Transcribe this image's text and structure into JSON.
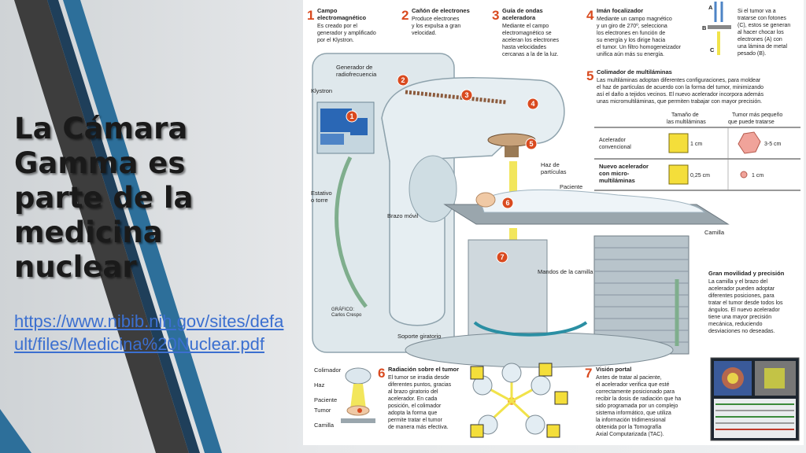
{
  "slide": {
    "title_lines": [
      "La Cámara",
      "Gamma es",
      "parte de la",
      "medicina",
      "nuclear"
    ],
    "link": "https://www.nibib.nih.gov/sites/default/files/Medicina%20Nuclear.pdf"
  },
  "infographic": {
    "steps": [
      {
        "n": "1",
        "head": [
          "Campo",
          "electromagnético"
        ],
        "body": [
          "Es creado por el",
          "generador y amplificado",
          "por el Klystron."
        ]
      },
      {
        "n": "2",
        "head": [
          "Cañón de electrones"
        ],
        "body": [
          "Produce electrones",
          "y los expulsa a gran",
          "velocidad."
        ]
      },
      {
        "n": "3",
        "head": [
          "Guía de ondas",
          "aceleradora"
        ],
        "body": [
          "Mediante el campo",
          "electromagnético se",
          "aceleran los electrones",
          "hasta velocidades",
          "cercanas a la de la luz."
        ]
      },
      {
        "n": "4",
        "head": [
          "Imán focalizador"
        ],
        "body": [
          "Mediante un campo magnético",
          "y un giro de 270º, selecciona",
          "los electrones en función de",
          "su energía y los dirige hacia",
          "el tumor. Un filtro homogeneizador",
          "unifica aún más su energía."
        ]
      },
      {
        "n": "5",
        "head": [
          "Colimador de multiláminas"
        ],
        "body": [
          "Las multiláminas adoptan diferentes configuraciones, para moldear",
          "el haz de partículas de acuerdo con la forma del tumor, minimizando",
          "así el daño a tejidos vecinos. El nuevo acelerador incorpora además",
          "unas micromultiláminas, que permiten trabajar con mayor precisión."
        ]
      },
      {
        "n": "6",
        "head": [
          "Radiación sobre el tumor"
        ],
        "body": [
          "El tumor se irradia desde",
          "diferentes puntos, gracias",
          "al brazo giratorio del",
          "acelerador. En cada",
          "posición, el colimador",
          "adopta la forma que",
          "permite tratar el tumor",
          "de manera más efectiva."
        ]
      },
      {
        "n": "7",
        "head": [
          "Visión portal"
        ],
        "body": [
          "Antes de tratar al paciente,",
          "el acelerador verifica que esté",
          "correctamente posicionado para",
          "recibir la dosis de radiación que ha",
          "sido programada por un complejo",
          "sistema informático, que utiliza",
          "la información tridimensional",
          "obtenida por la Tomografía",
          "Axial Computarizada (TAC)."
        ]
      }
    ],
    "tumor_note": [
      "Si el tumor va a",
      "tratarse con fotones",
      "(C), estos se generan",
      "al hacer chocar los",
      "electrones (A) con",
      "una lámina de metal",
      "pesado (B)."
    ],
    "abc": [
      "A",
      "B",
      "C"
    ],
    "table": {
      "col1": [
        "Tamaño de",
        "las multiláminas"
      ],
      "col2": [
        "Tumor más pequeño",
        "que puede tratarse"
      ],
      "row1": {
        "name": [
          "Acelerador",
          "convencional"
        ],
        "size": "1 cm",
        "tumor": "3-5 cm"
      },
      "row2": {
        "name": [
          "Nuevo acelerador",
          "con micro-",
          "multiláminas"
        ],
        "size": "0,25 cm",
        "tumor": "1 cm"
      }
    },
    "labels": {
      "generador": [
        "Generador de",
        "radiofrecuencia"
      ],
      "klystron": "Klystron",
      "estativo": [
        "Estativo",
        "o torre"
      ],
      "brazo": "Brazo móvil",
      "haz": [
        "Haz de",
        "partículas"
      ],
      "paciente": "Paciente",
      "camilla": "Camilla",
      "mandos": "Mandos de la camilla",
      "soporte": "Soporte giratorio",
      "grafico": [
        "GRÁFICO:",
        "Carlos Crespo"
      ]
    },
    "movilidad": {
      "head": "Gran movilidad y precisión",
      "body": [
        "La camilla y el brazo del",
        "acelerador pueden adoptar",
        "diferentes posiciones, para",
        "tratar el tumor desde todos los",
        "ángulos. El nuevo acelerador",
        "tiene una mayor precisión",
        "mecánica, reduciendo",
        "desviaciones no deseadas."
      ]
    },
    "colimador_labels": [
      "Colimador",
      "Haz",
      "Paciente",
      "Tumor",
      "Camilla"
    ]
  },
  "colors": {
    "accent": "#d94a1f",
    "machine": "#dfe8ec",
    "link": "#3b6fd0"
  }
}
